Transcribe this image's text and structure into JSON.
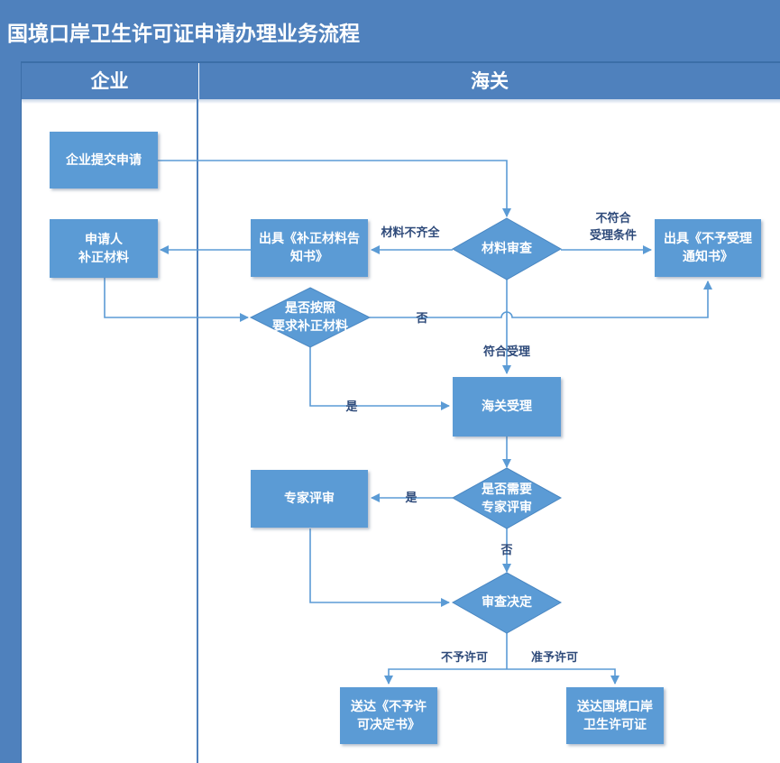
{
  "title": "国境口岸卫生许可证申请办理业务流程",
  "lanes": {
    "enterprise": "企业",
    "customs": "海关"
  },
  "nodes": {
    "submit": "企业提交申请",
    "supplement": "申请人\n补正材料",
    "notice_supplement": "出具《补正材料告\n知书》",
    "review": "材料审查",
    "notice_reject": "出具《不予受理\n通知书》",
    "check_supplement": "是否按照\n要求补正材料",
    "accept": "海关受理",
    "expert": "专家评审",
    "need_expert": "是否需要\n专家评审",
    "decision": "审查决定",
    "deny_letter": "送达《不予许\n可决定书》",
    "grant": "送达国境口岸\n卫生许可证"
  },
  "edge_labels": {
    "incomplete": "材料不齐全",
    "not_eligible": "不符合\n受理条件",
    "no_supplement": "否",
    "eligible": "符合受理",
    "yes_supplement": "是",
    "yes_expert": "是",
    "no_expert": "否",
    "deny": "不予许可",
    "approve": "准予许可"
  },
  "colors": {
    "header": "#4f81bd",
    "node": "#5b9bd5",
    "line": "#5b9bd5",
    "edge_text": "#2e4a7a"
  }
}
